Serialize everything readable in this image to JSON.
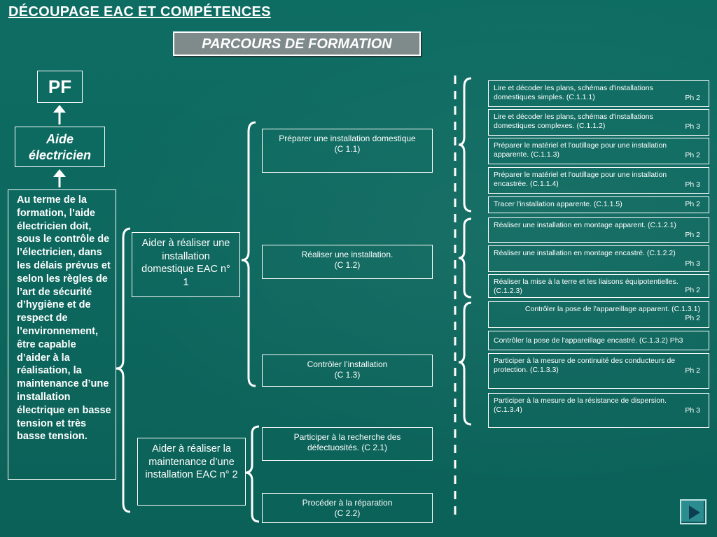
{
  "header": {
    "title": "DÉCOUPAGE EAC ET COMPÉTENCES",
    "subtitle": "PARCOURS DE FORMATION"
  },
  "left": {
    "pf": "PF",
    "aide": "Aide électricien",
    "terme": "Au terme de la formation, l’aide électricien doit, sous le contrôle de l’électricien, dans les délais prévus et selon les règles de l’art de sécurité d’hygiène et de respect de l’environnement, être capable d’aider à la réalisation, la maintenance d’une installation électrique en basse tension et très basse tension."
  },
  "eac": [
    {
      "text": "Aider à réaliser une installation domestique EAC n° 1"
    },
    {
      "text": "Aider à réaliser la maintenance d’une installation EAC n° 2"
    }
  ],
  "competences": [
    {
      "label": "Préparer une installation domestique",
      "code": "(C 1.1)"
    },
    {
      "label": "Réaliser une installation.",
      "code": "(C 1.2)"
    },
    {
      "label": "Contrôler l’installation",
      "code": "(C 1.3)"
    },
    {
      "label": "Participer à la recherche des défectuosités.  (C  2.1)",
      "code": ""
    },
    {
      "label": "Procéder à la réparation",
      "code": "(C 2.2)"
    }
  ],
  "taches": [
    {
      "text": "Lire et décoder les plans, schémas d'installations domestiques simples.  (C.1.1.1)",
      "ph": "Ph 2"
    },
    {
      "text": "Lire et décoder les plans, schémas d'installations domestiques complexes.  (C.1.1.2)",
      "ph": "Ph 3"
    },
    {
      "text": "Préparer le matériel et l'outillage pour une installation apparente.  (C.1.1.3)",
      "ph": "Ph 2"
    },
    {
      "text": "Préparer le matériel et l'outillage pour une installation encastrée.  (C.1.1.4)",
      "ph": "Ph 3"
    },
    {
      "text": "Tracer l'installation apparente.  (C.1.1.5)",
      "ph": "Ph 2"
    },
    {
      "text": "Réaliser une installation en montage apparent. (C.1.2.1)",
      "ph": "Ph 2"
    },
    {
      "text": "Réaliser une installation en montage encastré.  (C.1.2.2)",
      "ph": "Ph 3"
    },
    {
      "text": "Réaliser la mise à la terre et les liaisons équipotentielles. (C.1.2.3)",
      "ph": "Ph 2"
    },
    {
      "text": "Contrôler la pose de l'appareillage apparent. (C.1.3.1)",
      "ph": "Ph 2"
    },
    {
      "text": "Contrôler la pose de l'appareillage encastré. (C.1.3.2) Ph3",
      "ph": ""
    },
    {
      "text": "Participer à la mesure de continuité des conducteurs de protection. (C.1.3.3)",
      "ph": "Ph 2"
    },
    {
      "text": "Participer à la mesure de la résistance de dispersion. (C.1.3.4)",
      "ph": "Ph 3"
    }
  ],
  "nav": {
    "icon": "play-next-icon"
  }
}
